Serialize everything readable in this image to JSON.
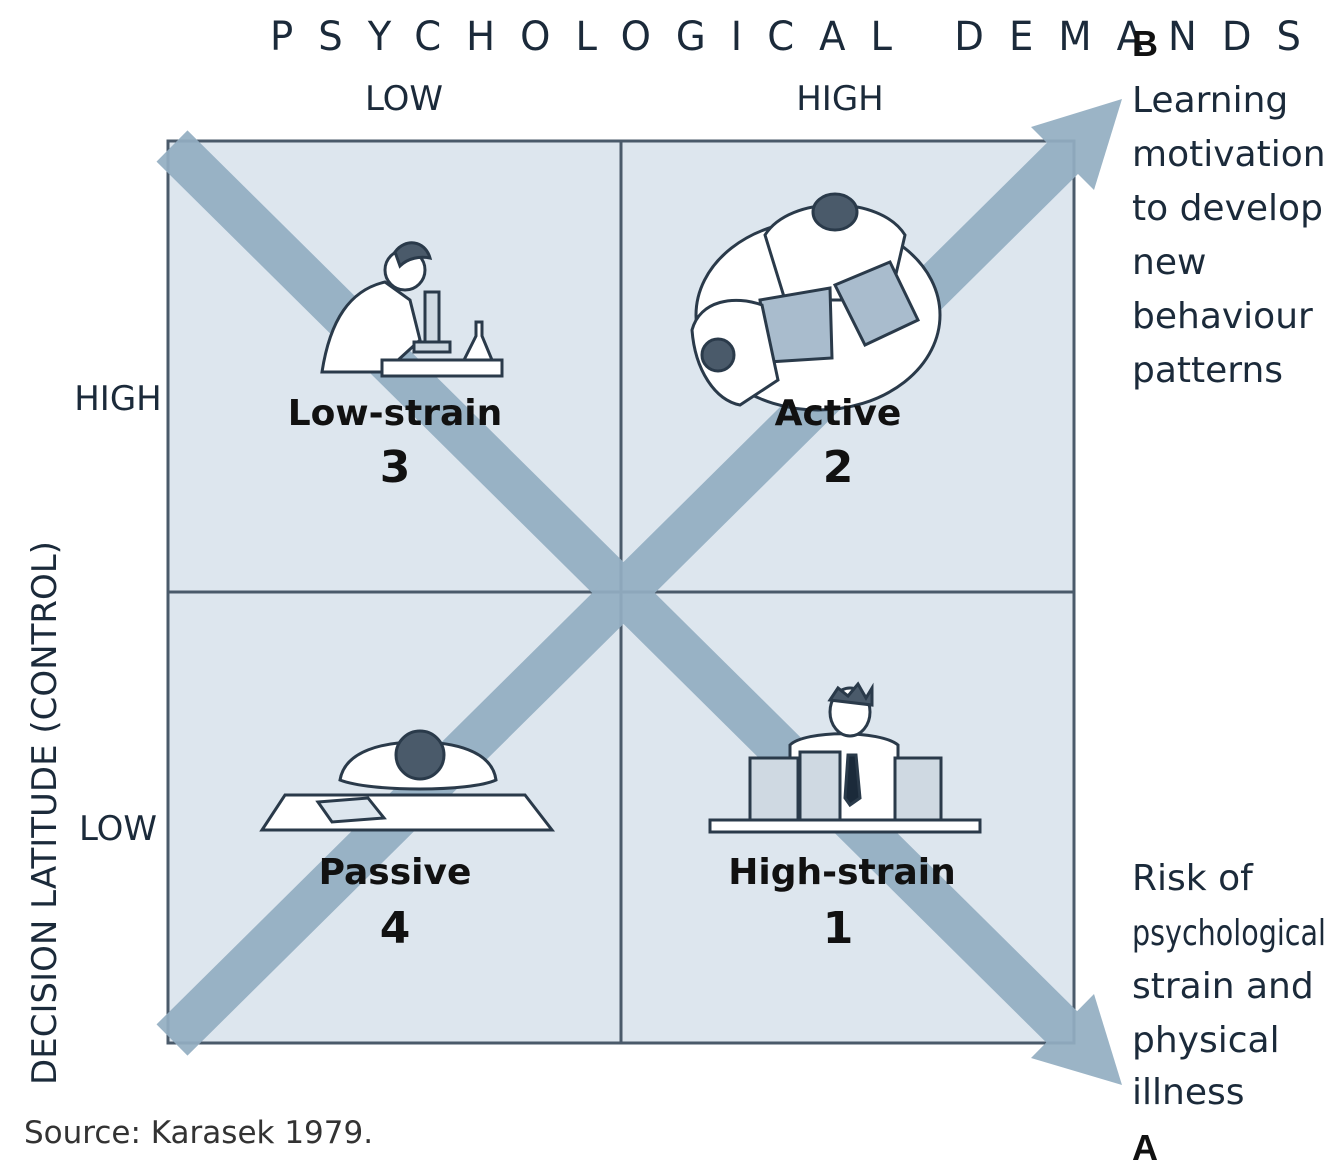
{
  "axes": {
    "x_title": "PSYCHOLOGICAL DEMANDS",
    "x_low": "LOW",
    "x_high": "HIGH",
    "y_title": "DECISION LATITUDE (CONTROL)",
    "y_high": "HIGH",
    "y_low": "LOW"
  },
  "quadrants": {
    "low_strain": {
      "label": "Low-strain",
      "number": "3"
    },
    "active": {
      "label": "Active",
      "number": "2"
    },
    "passive": {
      "label": "Passive",
      "number": "4"
    },
    "high_strain": {
      "label": "High-strain",
      "number": "1"
    }
  },
  "arrow_b": {
    "letter": "B",
    "lines": [
      "Learning",
      "motivation",
      "to develop",
      "new",
      "behaviour",
      "patterns"
    ]
  },
  "arrow_a": {
    "letter": "A",
    "lines": [
      "Risk of",
      "psychological",
      "strain and",
      "physical",
      "illness"
    ]
  },
  "source": "Source: Karasek 1979.",
  "colors": {
    "quadrant_fill": "#dde6ee",
    "grid_line": "#4a5a6a",
    "arrow": "#93aec2",
    "ink": "#1b2a3a"
  }
}
